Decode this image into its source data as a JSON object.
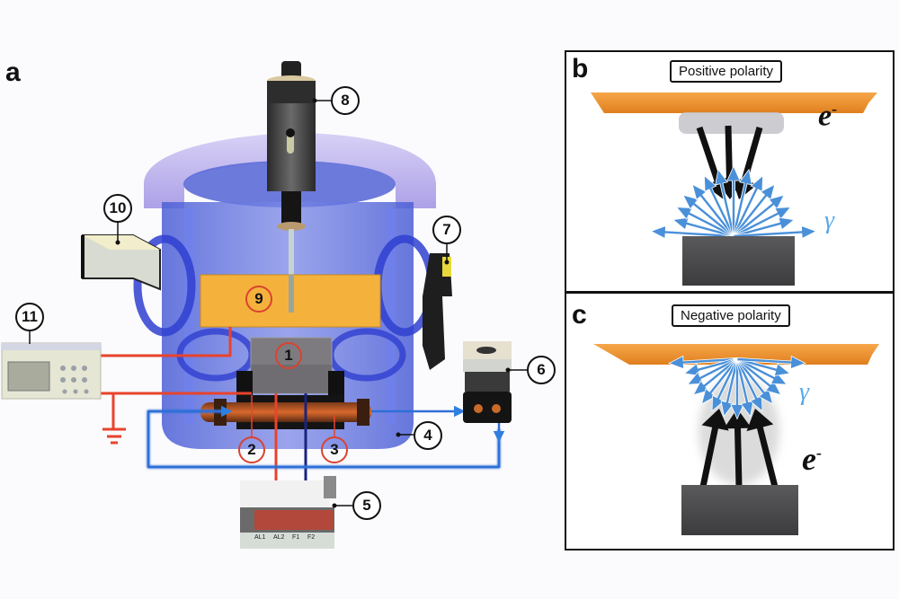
{
  "figure": {
    "panels": {
      "a": {
        "letter": "a"
      },
      "b": {
        "letter": "b",
        "label": "Positive polarity",
        "particle_label": "e",
        "particle_sup": "-",
        "gamma_label": "γ"
      },
      "c": {
        "letter": "c",
        "label": "Negative polarity",
        "particle_label": "e",
        "particle_sup": "-",
        "gamma_label": "γ"
      }
    },
    "callouts": {
      "n1": "1",
      "n2": "2",
      "n3": "3",
      "n4": "4",
      "n5": "5",
      "n6": "6",
      "n7": "7",
      "n8": "8",
      "n9": "9",
      "n10": "10",
      "n11": "11"
    },
    "meter_keys": [
      "AL1",
      "AL2",
      "F1",
      "F2"
    ],
    "colors": {
      "chamber_blue": "#5a6fe0",
      "electrode_orange": "#f4b23c",
      "plate_orange": "#f0902e",
      "wire_red": "#e8432c",
      "wire_blue": "#2e6fd8",
      "wire_navy": "#1a237e",
      "gamma_blue": "#4a90d9",
      "target_gray": "#4a4a4c"
    }
  }
}
